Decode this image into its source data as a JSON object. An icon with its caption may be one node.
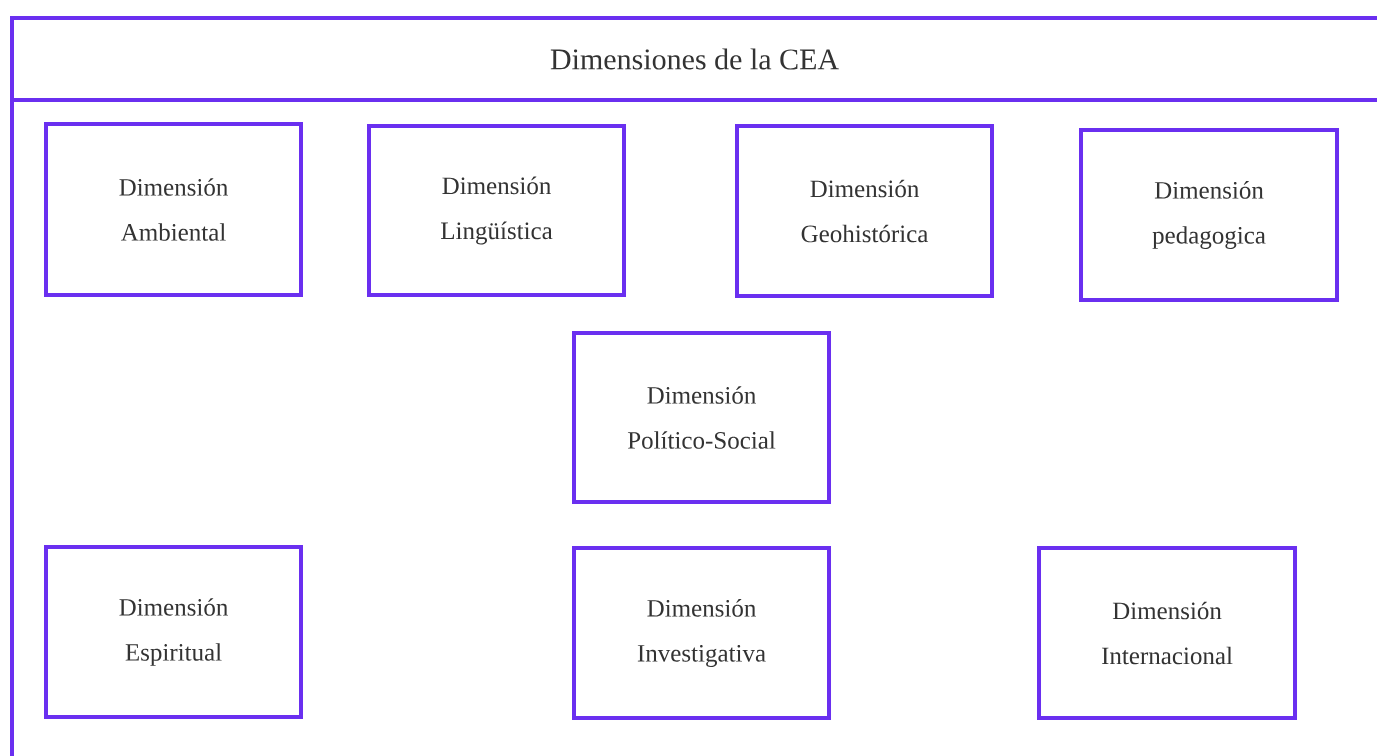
{
  "diagram": {
    "nodes": [
      {
        "text": [
          "Dimensiones de la CEA"
        ]
      },
      {
        "text": [
          "Dimensión Ambiental"
        ]
      },
      {
        "text": [
          "Dimensión Lingüística"
        ]
      },
      {
        "text": [
          "Dimensión Geohistórica"
        ]
      },
      {
        "text": [
          "Dimensión pedagogica"
        ]
      },
      {
        "text": [
          "Dimensión Político-Social"
        ]
      },
      {
        "text": [
          "Dimensión Espiritual"
        ]
      },
      {
        "text": [
          "Dimensión Investigativa"
        ]
      },
      {
        "text": [
          "Dimensión Internacional"
        ]
      }
    ]
  }
}
